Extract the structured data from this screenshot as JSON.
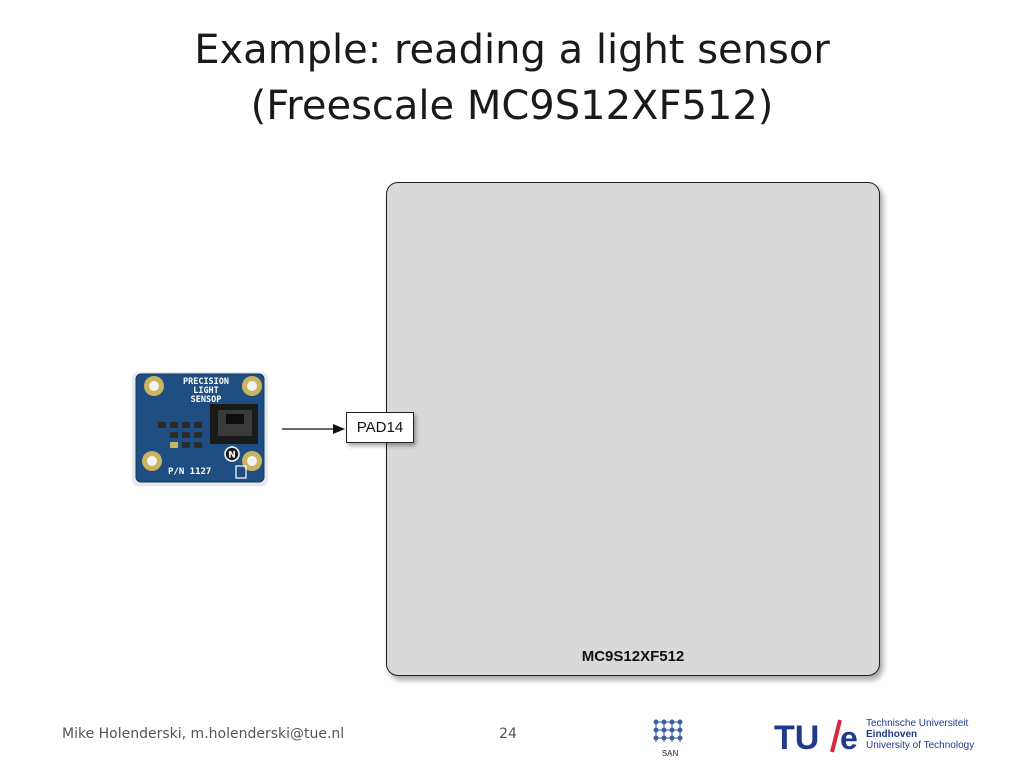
{
  "slide": {
    "title_line1": "Example: reading a light sensor",
    "title_line2": "(Freescale MC9S12XF512)",
    "page_number": "24"
  },
  "diagram": {
    "microcontroller_label": "MC9S12XF512",
    "pin_label": "PAD14",
    "mcu_fill": "#d9d9d9"
  },
  "sensor_board": {
    "line1": "PRECISION",
    "line2": "LIGHT",
    "line3": "SENSOP",
    "part_number": "P/N 1127",
    "marker": "N",
    "board_color": "#1f4f82"
  },
  "footer": {
    "author": "Mike Holenderski, m.holenderski@tue.nl",
    "san_label": "SAN",
    "tue_logo_text": "TU",
    "tue_logo_e": "e",
    "tue_line1": "Technische Universiteit",
    "tue_line2": "Eindhoven",
    "tue_line3": "University of Technology",
    "tue_blue": "#1f3a8a",
    "tue_red": "#d7263d"
  }
}
